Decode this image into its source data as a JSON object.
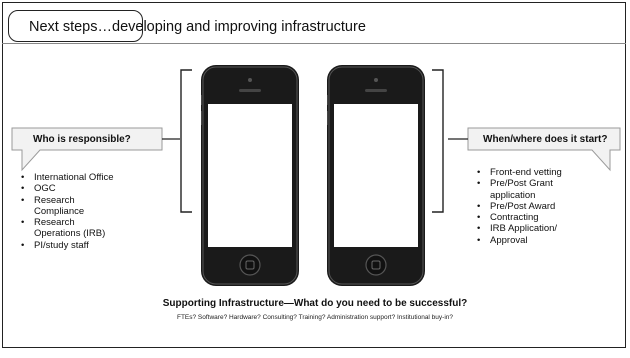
{
  "slide": {
    "title": "Next steps…developing and improving infrastructure"
  },
  "left_callout": {
    "heading": "Who is responsible?",
    "items": [
      "International Office",
      "OGC",
      "Research Compliance",
      "Research Operations (IRB)",
      "PI/study staff"
    ]
  },
  "right_callout": {
    "heading": "When/where does it start?",
    "items": [
      "Front-end vetting",
      "Pre/Post Grant application",
      "Pre/Post Award",
      "Contracting",
      "IRB Application/",
      "Approval"
    ]
  },
  "footer": {
    "heading": "Supporting Infrastructure—What do you need to be successful?",
    "subtext": "FTEs? Software? Hardware? Consulting? Training? Administration support?  Institutional buy-in?"
  },
  "colors": {
    "phone_body": "#1a1a1a",
    "phone_bezel": "#3a3a3a",
    "screen": "#ffffff",
    "callout_fill": "#f2f2f2",
    "callout_border": "#9a9a9a"
  }
}
